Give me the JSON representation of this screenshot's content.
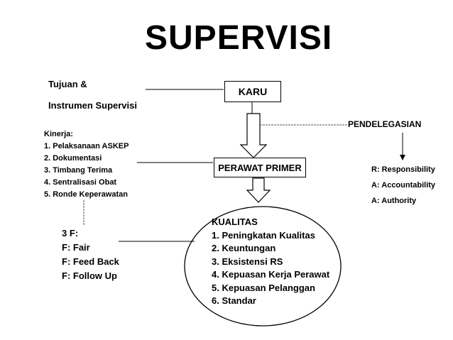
{
  "title": "SUPERVISI",
  "tujuan": {
    "line1": "Tujuan &",
    "line2": "Instrumen Supervisi"
  },
  "karu": "KARU",
  "pendelegasian": "PENDELEGASIAN",
  "perawat_primer": "PERAWAT PRIMER",
  "kinerja": {
    "heading": "Kinerja:",
    "items": [
      "1. Pelaksanaan ASKEP",
      "2. Dokumentasi",
      "3. Timbang Terima",
      "4. Sentralisasi Obat",
      "5. Ronde Keperawatan"
    ]
  },
  "rat": {
    "items": [
      "R: Responsibility",
      "A: Accountability",
      "A: Authority"
    ]
  },
  "three_f": {
    "heading": "3 F:",
    "items": [
      "F: Fair",
      "F: Feed Back",
      "F: Follow Up"
    ]
  },
  "kualitas": {
    "heading": "KUALITAS",
    "items": [
      "1. Peningkatan Kualitas",
      "2. Keuntungan",
      "3. Eksistensi RS",
      "4. Kepuasan Kerja Perawat",
      "5. Kepuasan Pelanggan",
      "6. Standar"
    ]
  }
}
